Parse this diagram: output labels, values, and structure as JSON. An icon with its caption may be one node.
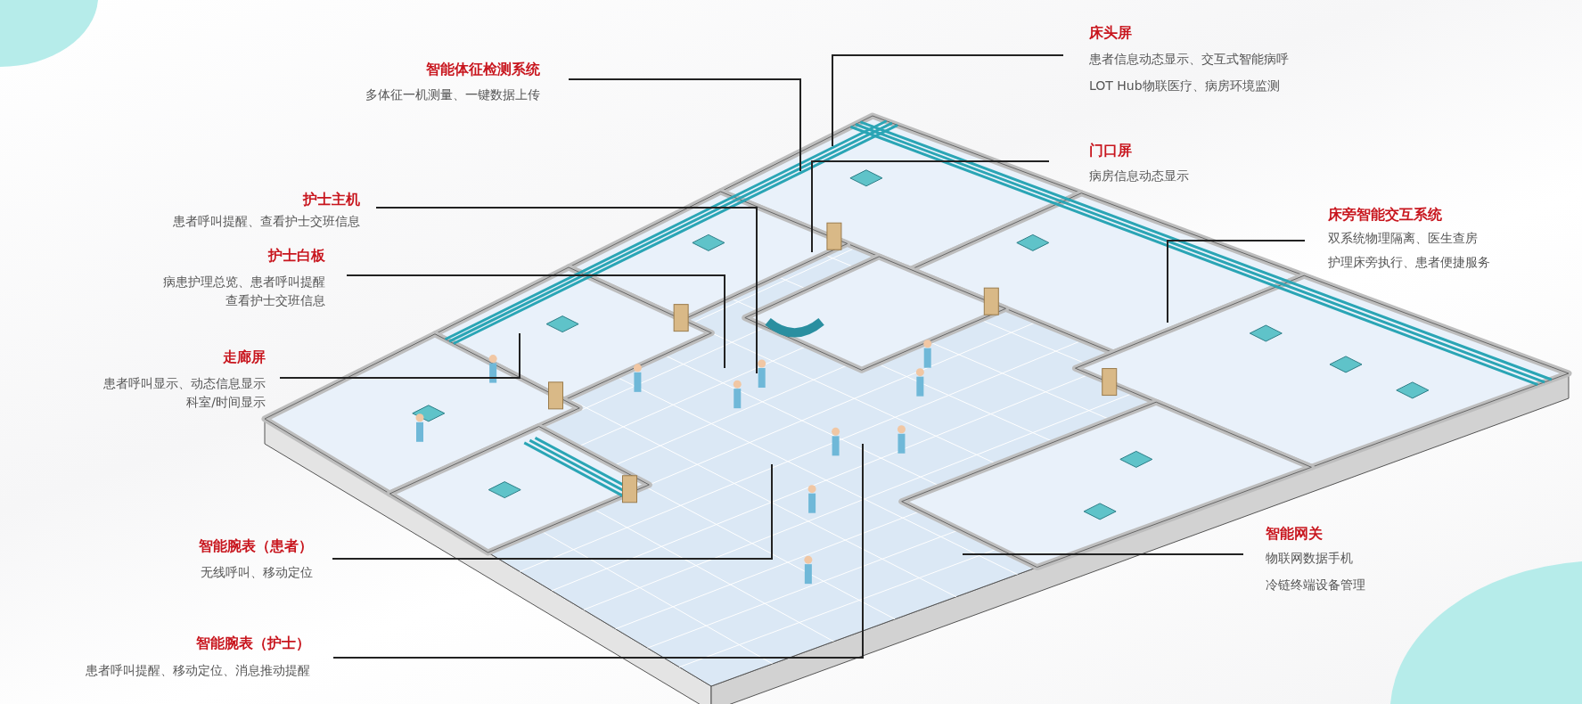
{
  "diagram": {
    "nodes": [
      {
        "text": [
          "床头屏",
          "患者信息动态显示、交互式智能病呼",
          "LOT Hub物联医疗、病房环境监测"
        ]
      },
      {
        "text": [
          "智能体征检测系统",
          "多体征一机测量、一键数据上传"
        ]
      },
      {
        "text": [
          "门口屏",
          "病房信息动态显示"
        ]
      },
      {
        "text": [
          "护士主机",
          "患者呼叫提醒、查看护士交班信息"
        ]
      },
      {
        "text": [
          "床旁智能交互系统",
          "双系统物理隔离、医生查房",
          "护理床旁执行、患者便捷服务"
        ]
      },
      {
        "text": [
          "护士白板",
          "病患护理总览、患者呼叫提醒查看护士交班信息"
        ]
      },
      {
        "text": [
          "走廊屏",
          "患者呼叫显示、动态信息显示科室/时间显示"
        ]
      },
      {
        "text": [
          "智能网关",
          "物联网数据手机",
          "冷链终端设备管理"
        ]
      },
      {
        "text": [
          "智能腕表（患者）",
          "无线呼叫、移动定位"
        ]
      },
      {
        "text": [
          "智能腕表（护士）",
          "患者呼叫提醒、移动定位、消息推动提醒"
        ]
      }
    ],
    "edges": [
      {
        "from": 0,
        "to": null,
        "arrow": "none"
      },
      {
        "from": 1,
        "to": null,
        "arrow": "none"
      },
      {
        "from": 2,
        "to": null,
        "arrow": "none"
      },
      {
        "from": 3,
        "to": null,
        "arrow": "none"
      },
      {
        "from": 4,
        "to": null,
        "arrow": "none"
      },
      {
        "from": 5,
        "to": null,
        "arrow": "none"
      },
      {
        "from": 6,
        "to": null,
        "arrow": "none"
      },
      {
        "from": 7,
        "to": null,
        "arrow": "none"
      },
      {
        "from": 8,
        "to": null,
        "arrow": "none"
      },
      {
        "from": 9,
        "to": null,
        "arrow": "none"
      }
    ]
  }
}
